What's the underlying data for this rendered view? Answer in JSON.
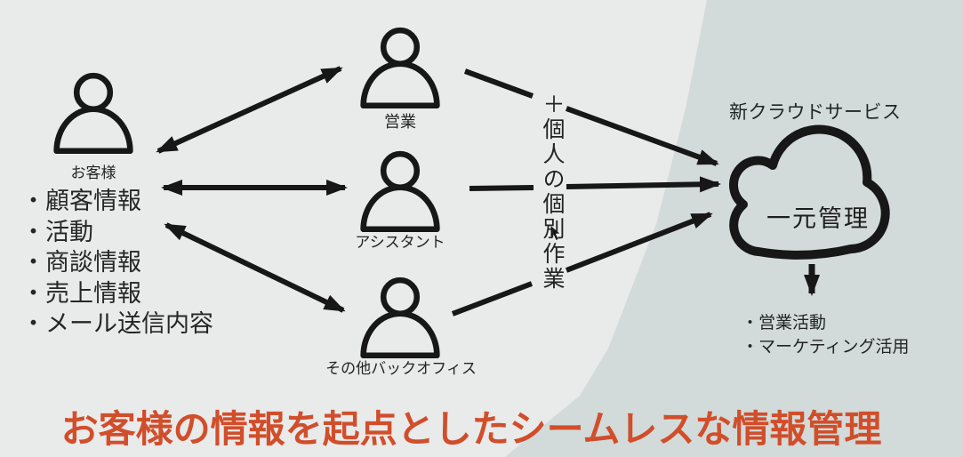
{
  "colors": {
    "bg_left": "#e9eaea",
    "bg_right": "#d2dbd9",
    "line": "#171717",
    "accent": "#d14e2b"
  },
  "customer": {
    "label": "お客様",
    "items": [
      "・顧客情報",
      "・活動",
      "・商談情報",
      "・売上情報",
      "・メール送信内容"
    ]
  },
  "staff": [
    {
      "label": "営業"
    },
    {
      "label": "アシスタント"
    },
    {
      "label": "その他バックオフィス"
    }
  ],
  "middle_note": "＋個人の個別作業",
  "cloud": {
    "heading": "新クラウドサービス",
    "label": "一元管理",
    "outputs": [
      "・営業活動",
      "・マーケティング活用"
    ]
  },
  "footer_title": "お客様の情報を起点としたシームレスな情報管理"
}
